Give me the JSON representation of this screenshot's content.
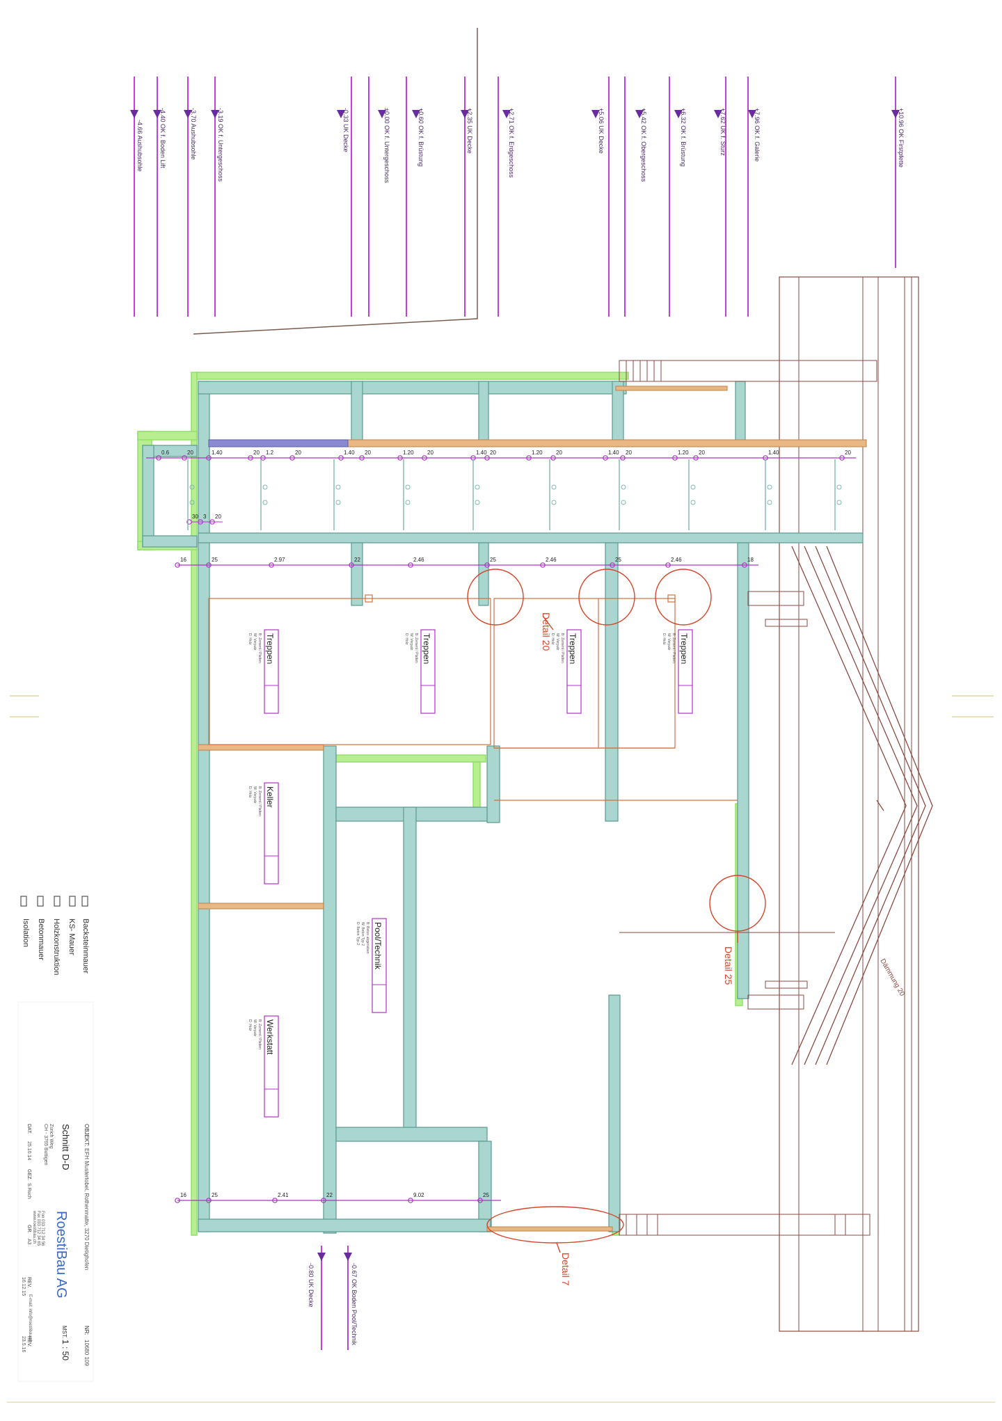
{
  "levels": [
    {
      "label": "-4.66 Aushubsohle"
    },
    {
      "label": "-4.40 OK f. Boden Lift"
    },
    {
      "label": "-3.70 Aushubsohle"
    },
    {
      "label": "-3.19 OK f. Untergeschoss"
    },
    {
      "label": "-0.33 UK Decke"
    },
    {
      "label": "±0.00 OK f. Untergeschoss"
    },
    {
      "label": "+0.60 OK f. Brüstung"
    },
    {
      "label": "+2.35 UK Decke"
    },
    {
      "label": "+2.71 OK f. Erdgeschoss"
    },
    {
      "label": "+5.06 UK Decke"
    },
    {
      "label": "+5.42 OK f. Obergeschoss"
    },
    {
      "label": "+6.32 OK f. Brüstung"
    },
    {
      "label": "+7.62 UK f. Sturz"
    },
    {
      "label": "+7.96 OK f. Galerie"
    },
    {
      "label": "+10.96 OK Firstpfette"
    }
  ],
  "bottom_levels": [
    {
      "label": "-0.67 OK Boden Pool/Technik"
    },
    {
      "label": "-0.80 UK Decke"
    }
  ],
  "dims_top": [
    "0.6",
    "20",
    "1.40",
    "20",
    "1.2",
    "20",
    "1.40",
    "20",
    "1.20",
    "20",
    "1.40",
    "20",
    "1.20",
    "20",
    "1.40",
    "20",
    "1.20",
    "20",
    "1.40",
    "20"
  ],
  "dims_small": [
    "30",
    "3",
    "20"
  ],
  "dims_mid": [
    "16",
    "25",
    "2.97",
    "22",
    "2.46",
    "25",
    "2.46",
    "25",
    "2.46",
    "18"
  ],
  "dims_bottom": [
    "16",
    "25",
    "2.41",
    "22",
    "9.02",
    "25"
  ],
  "rooms": [
    {
      "name": "Treppen",
      "sub1": "B: Zement / Platten",
      "sub2": "W: Verputz",
      "sub3": "D: Holz"
    },
    {
      "name": "Treppen",
      "sub1": "B: Zement / Platten",
      "sub2": "W: Verputz",
      "sub3": "D: Holz"
    },
    {
      "name": "Treppen",
      "sub1": "B: Zement / Platten",
      "sub2": "W: Verputz",
      "sub3": "D: Holz"
    },
    {
      "name": "Treppen",
      "sub1": "B: Zement / Platten",
      "sub2": "W: Verputz",
      "sub3": "D: Holz"
    },
    {
      "name": "Keller",
      "sub1": "B: Zement / Platten",
      "sub2": "W: Verputz",
      "sub3": "D: Holz"
    },
    {
      "name": "Pool/Technik",
      "sub1": "B: Beton abgerieben",
      "sub2": "W: Beton Typ 2",
      "sub3": "D: Beton Typ 2"
    },
    {
      "name": "Werkstatt",
      "sub1": "B: Zement / Platten",
      "sub2": "W: Verputz",
      "sub3": "D: Holz"
    }
  ],
  "details": [
    "Detail 20",
    "Detail 25",
    "Detail 7"
  ],
  "roof_note": "Dämmung 20",
  "legend": [
    "Backsteinmauer",
    "KS- Mauer",
    "Holzkonstruktion",
    "Betonmauer",
    "Isolation"
  ],
  "title_block": {
    "objekt_label": "OBJEKT:",
    "objekt": "EFH Mustertobel, Rothenmatte, 3270 Dietighofen",
    "nr_label": "NR:",
    "nr": "10680 109",
    "plan_title": "Schnitt D-D",
    "massstab_label": "MST.",
    "massstab": "1 : 50",
    "address1": "Roesti Bau AG",
    "address2": "Zurich Weg",
    "address3": "CH - 3765 Buttigen",
    "dat_label": "DAT.",
    "dat": "25.10.14",
    "gez_label": "GEZ.",
    "gez": "S.Ruch",
    "gr_label": "GR.",
    "gr": "A3",
    "rev_label": "REV.",
    "rev": "16.12.15",
    "rev2_label": "REV.",
    "rev2": "23.5.16",
    "firm": "RoestiBau AG",
    "phone": "Fon 033 712 34 56",
    "fax": "Fax 033 712 34 65",
    "web": "www.roestibau.ch",
    "email": "E-mail: info@roestibau.ch"
  },
  "colors": {
    "level": "#c040d8",
    "dim": "#b030c8",
    "concrete": "#7fb7b0",
    "concrete_fill": "#a9d6cf",
    "insulation": "#8fe06a",
    "wood": "#d09050",
    "detail": "#d6452a",
    "roof": "#8a4a40",
    "brick": "#7676c0"
  }
}
